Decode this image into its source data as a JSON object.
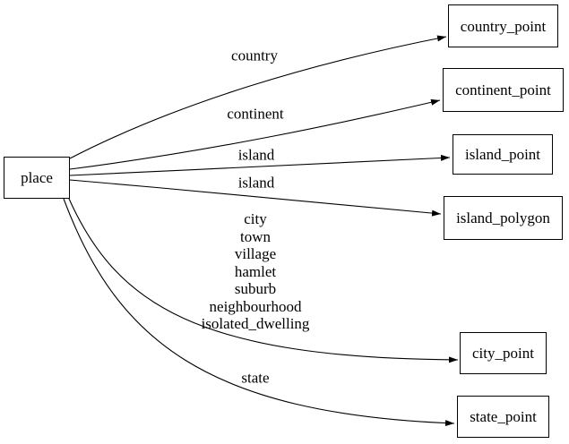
{
  "diagram": {
    "colors": {
      "background": "#ffffff",
      "stroke": "#000000",
      "text": "#000000"
    },
    "nodes": {
      "place": {
        "label": "place"
      },
      "country_point": {
        "label": "country_point"
      },
      "continent_point": {
        "label": "continent_point"
      },
      "island_point": {
        "label": "island_point"
      },
      "island_polygon": {
        "label": "island_polygon"
      },
      "city_point": {
        "label": "city_point"
      },
      "state_point": {
        "label": "state_point"
      }
    },
    "edge_labels": {
      "country": "country",
      "continent": "continent",
      "island_to_point": "island",
      "island_to_polygon": "island",
      "city_group": "city\ntown\nvillage\nhamlet\nsuburb\nneighbourhood\nisolated_dwelling",
      "state": "state"
    }
  }
}
